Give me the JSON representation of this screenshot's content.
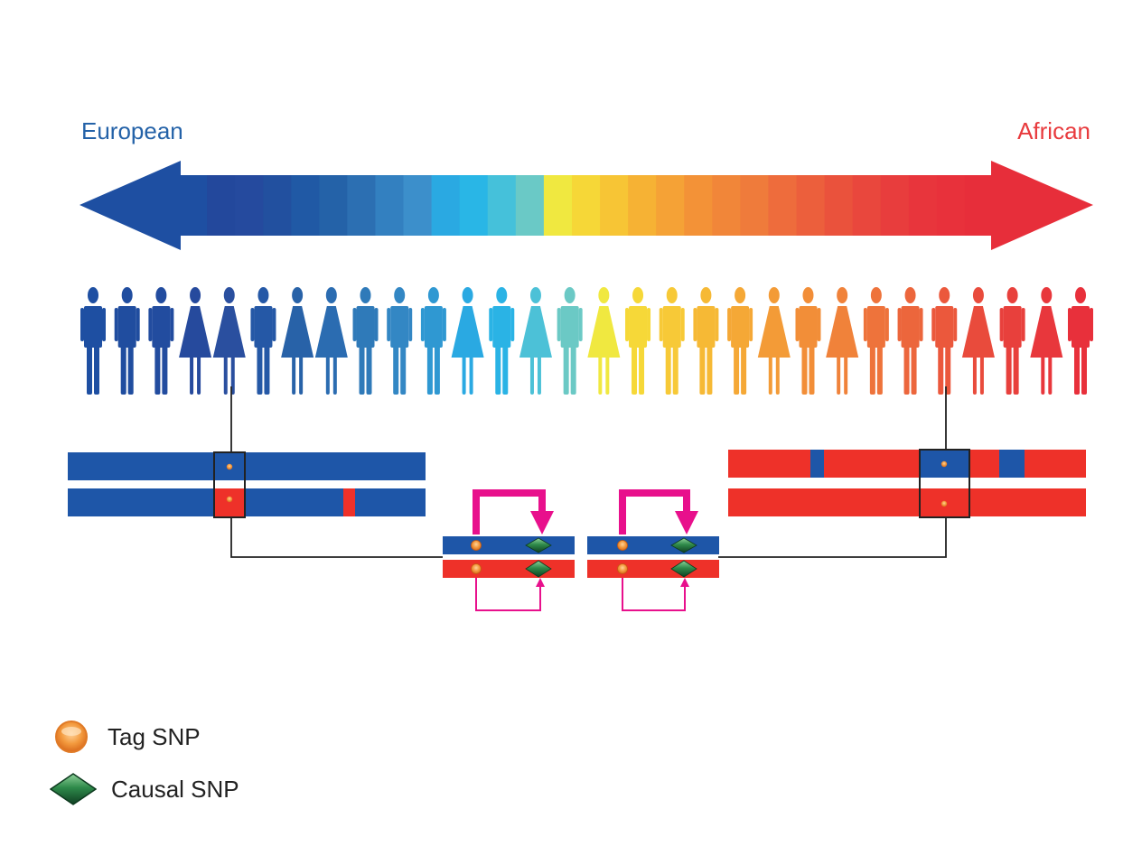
{
  "labels": {
    "left": "European",
    "right": "African"
  },
  "spectrum": {
    "colors": [
      "#1e4fa2",
      "#23489c",
      "#254a9e",
      "#22509f",
      "#2059a5",
      "#2462a8",
      "#2c6fb2",
      "#3380c0",
      "#3c8fcb",
      "#2aa9e2",
      "#29b6e6",
      "#45c1da",
      "#6ac9c6",
      "#f0e840",
      "#f6d737",
      "#f7c535",
      "#f6b234",
      "#f5a236",
      "#f39237",
      "#f18639",
      "#ef7b3b",
      "#ee6c3c",
      "#ec5f3c",
      "#ea523c",
      "#e9473d",
      "#e83d3d",
      "#e8353c",
      "#e8313b",
      "#e72e3a"
    ]
  },
  "people": {
    "genders": [
      "m",
      "m",
      "m",
      "f",
      "f",
      "m",
      "f",
      "f",
      "m",
      "m",
      "m",
      "f",
      "m",
      "f",
      "m",
      "f",
      "m",
      "m",
      "m",
      "m",
      "f",
      "m",
      "f",
      "m",
      "m",
      "m",
      "f",
      "m",
      "f",
      "m"
    ],
    "colors": [
      "#1e4fa2",
      "#204d9f",
      "#224c9f",
      "#264a9d",
      "#2a4f9f",
      "#2558a6",
      "#2862a8",
      "#2b6cb1",
      "#2f7ab9",
      "#3387c4",
      "#2f98d2",
      "#2aa9e2",
      "#2ab3e5",
      "#4cc1d7",
      "#6bc9c5",
      "#f0e840",
      "#f6d838",
      "#f7c937",
      "#f6b935",
      "#f5a836",
      "#f39b37",
      "#f28e38",
      "#f0823a",
      "#ee733b",
      "#ec663c",
      "#eb583c",
      "#e94b3c",
      "#e8403c",
      "#e8373c",
      "#e8303b"
    ]
  },
  "colors": {
    "european_blue": "#1e56a8",
    "african_red": "#ee3129",
    "regulatory_link": "#e8108c",
    "tag_snp": "#f08a33",
    "causal_snp": "#1e6b3a"
  },
  "legend": {
    "tag_snp_label": "Tag SNP",
    "causal_snp_label": "Causal SNP",
    "tag_icon": "tag-snp-icon",
    "causal_icon": "causal-snp-icon"
  }
}
